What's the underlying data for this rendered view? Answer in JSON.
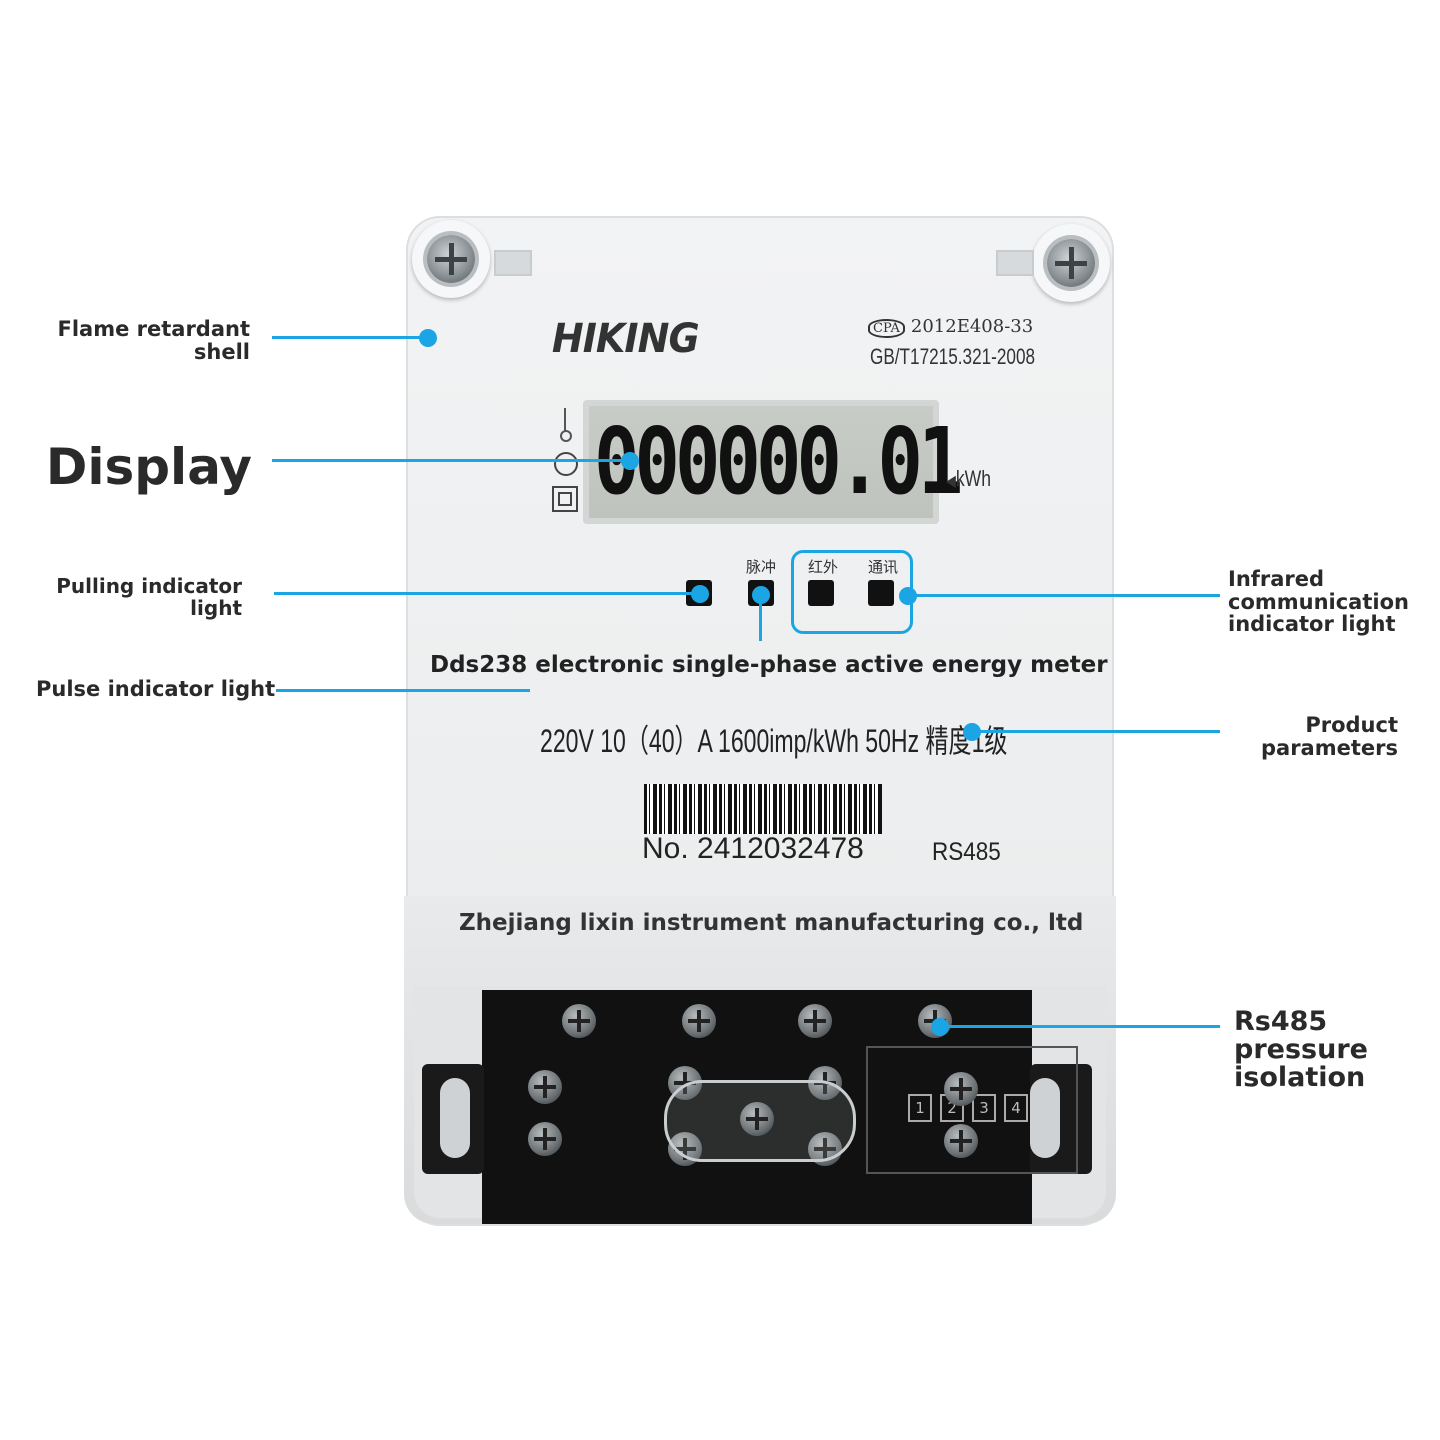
{
  "callouts": {
    "flame_line1": "Flame retardant",
    "flame_line2": "shell",
    "display": "Display",
    "pulling_line1": "Pulling indicator",
    "pulling_line2": "light",
    "pulse": "Pulse indicator light",
    "infrared_line1": "Infrared",
    "infrared_line2": "communication",
    "infrared_line3": "indicator light",
    "product_line1": "Product",
    "product_line2": "parameters",
    "rs485_line1": "Rs485",
    "rs485_line2": "pressure",
    "rs485_line3": "isolation"
  },
  "meter": {
    "brand": "HIKING",
    "cert_code": "2012E408-33",
    "cert_mark": "CPA",
    "standard": "GB/T17215.321-2008",
    "reading": "000000.01",
    "unit": "kWh",
    "led_label_pulse": "脉冲",
    "led_label_infrared": "红外",
    "led_label_comm": "通讯",
    "title": "Dds238 electronic single-phase active energy meter",
    "params": "220V   10（40）A   1600imp/kWh   50Hz   精度1级",
    "serial": "No. 2412032478",
    "interface": "RS485",
    "manufacturer": "Zhejiang lixin instrument manufacturing co., ltd",
    "terminals": [
      "1",
      "2",
      "3",
      "4"
    ]
  },
  "colors": {
    "accent": "#1ca5e5"
  }
}
